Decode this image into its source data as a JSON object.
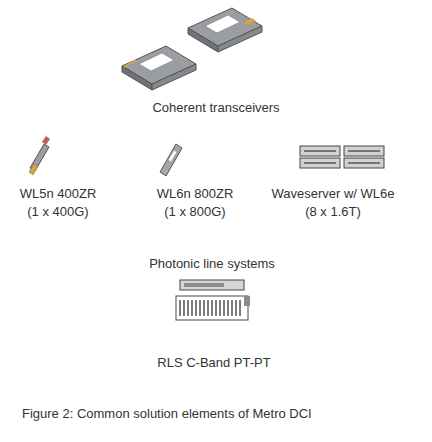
{
  "diagram": {
    "caption": "Figure 2: Common solution elements of Metro DCI",
    "labels": [
      "Coherent transceivers",
      "WL5n 400ZR",
      "WL6n 800ZR",
      "Waveserver w/ WL6e",
      "(1 x 400G)",
      "(1 x 800G)",
      "(8 x 1.6T)",
      "Photonic line systems",
      "RLS C-Band PT-PT"
    ]
  }
}
